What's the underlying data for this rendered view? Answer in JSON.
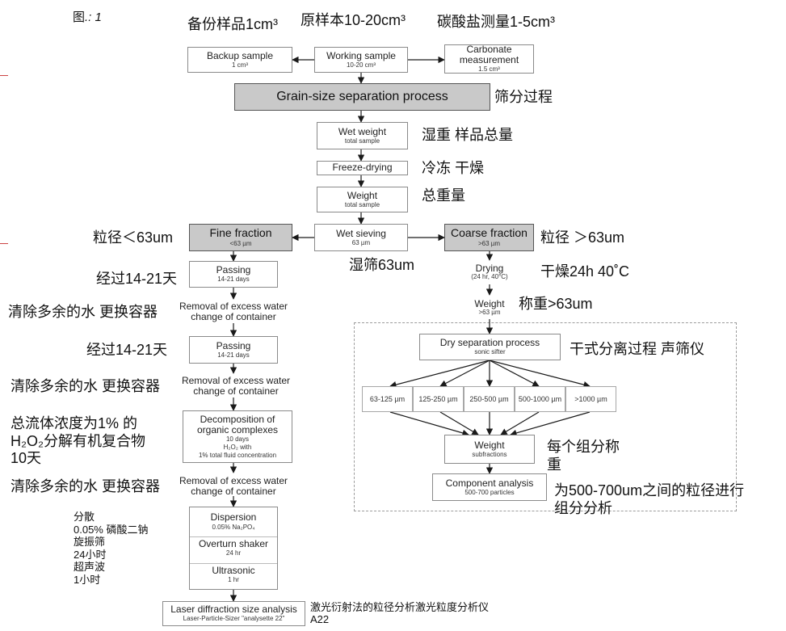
{
  "figure_label": "图",
  "figure_number": ".: 1",
  "nodes": {
    "backup": {
      "title": "Backup sample",
      "sub": "1 cm³"
    },
    "working": {
      "title": "Working sample",
      "sub": "10-20 cm³"
    },
    "carbonate": {
      "title": "Carbonate measurement",
      "sub": "1.5 cm³"
    },
    "grain": {
      "title": "Grain-size separation process"
    },
    "wet_weight": {
      "title": "Wet weight",
      "sub": "total sample"
    },
    "freeze": {
      "title": "Freeze-drying"
    },
    "weight_total": {
      "title": "Weight",
      "sub": "total sample"
    },
    "wet_sieving": {
      "title": "Wet sieving",
      "sub": "63 µm"
    },
    "fine": {
      "title": "Fine fraction",
      "sub": "<63 µm"
    },
    "coarse": {
      "title": "Coarse fraction",
      "sub": ">63 µm"
    },
    "passing1": {
      "title": "Passing",
      "sub": "14-21 days"
    },
    "removal1": {
      "title": "Removal of excess water",
      "sub": "change of container"
    },
    "passing2": {
      "title": "Passing",
      "sub": "14-21 days"
    },
    "removal2": {
      "title": "Removal of excess water",
      "sub": "change of container"
    },
    "decomp": {
      "title": "Decomposition of organic complexes",
      "l2": "10 days",
      "l3": "H₂O₂ with",
      "l4": "1% total fluid concentration"
    },
    "removal3": {
      "title": "Removal of excess water",
      "sub": "change of container"
    },
    "dispersion": {
      "title": "Dispersion",
      "sub": "0.05% Na₂PO₄"
    },
    "overturn": {
      "title": "Overturn shaker",
      "sub": "24 hr"
    },
    "ultrasonic": {
      "title": "Ultrasonic",
      "sub": "1 hr"
    },
    "laser": {
      "title": "Laser diffraction size analysis",
      "sub": "Laser-Particle-Sizer \"analysette 22\""
    },
    "drying": {
      "title": "Drying",
      "sub": "(24 hr, 40°C)"
    },
    "weight63": {
      "title": "Weight",
      "sub": ">63 µm"
    },
    "dry_sep": {
      "title": "Dry separation process",
      "sub": "sonic sifter"
    },
    "fractions": [
      "63-125 µm",
      "125-250 µm",
      "250-500 µm",
      "500-1000 µm",
      ">1000 µm"
    ],
    "weight_sub": {
      "title": "Weight",
      "sub": "subfractions"
    },
    "component": {
      "title": "Component analysis",
      "sub": "500-700 particles"
    }
  },
  "annotations_cn": {
    "backup": "备份样品1cm³",
    "working": "原样本10-20cm³",
    "carbonate": "碳酸盐测量1-5cm³",
    "grain": "筛分过程",
    "wet_weight": "湿重 样品总量",
    "freeze": "冷冻 干燥",
    "weight_total": "总重量",
    "fine": "粒径＜63um",
    "coarse": "粒径 ＞63um",
    "wet_sieving": "湿筛63um",
    "passing1": "经过14-21天",
    "drying": "干燥24h 40˚C",
    "removal1": "清除多余的水 更换容器",
    "weight63": "称重>63um",
    "passing2": "经过14-21天",
    "dry_sep": "干式分离过程 声筛仪",
    "removal2": "清除多余的水 更换容器",
    "decomp": "总流体浓度为1% 的H₂O₂分解有机复合物10天",
    "weight_sub": "每个组分称重",
    "removal3": "清除多余的水 更换容器",
    "component": "为500-700um之间的粒径进行组分分析",
    "dispersion": "分散\n0.05% 磷酸二钠\n旋振筛\n24小时\n超声波\n1小时",
    "laser": "激光衍射法的粒径分析激光粒度分析仪A22"
  }
}
